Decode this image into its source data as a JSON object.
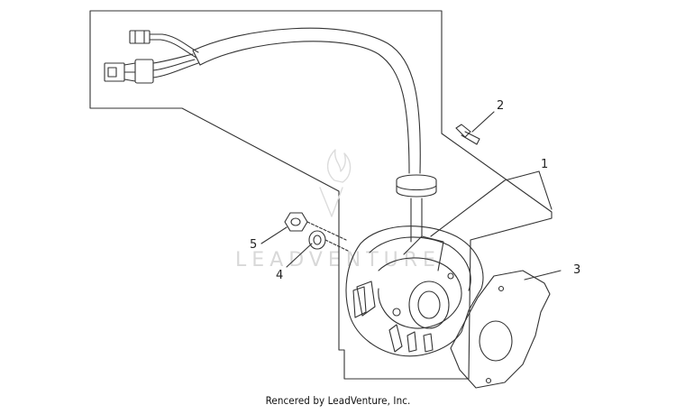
{
  "diagram": {
    "callouts": [
      {
        "id": "1",
        "label": "1"
      },
      {
        "id": "2",
        "label": "2"
      },
      {
        "id": "3",
        "label": "3"
      },
      {
        "id": "4",
        "label": "4"
      },
      {
        "id": "5",
        "label": "5"
      }
    ],
    "watermark": "LEADVENTURE",
    "footer": "Rencered by LeadVenture, Inc."
  },
  "colors": {
    "line": "#333333",
    "watermark": "#d8d8d8",
    "background": "#ffffff"
  }
}
